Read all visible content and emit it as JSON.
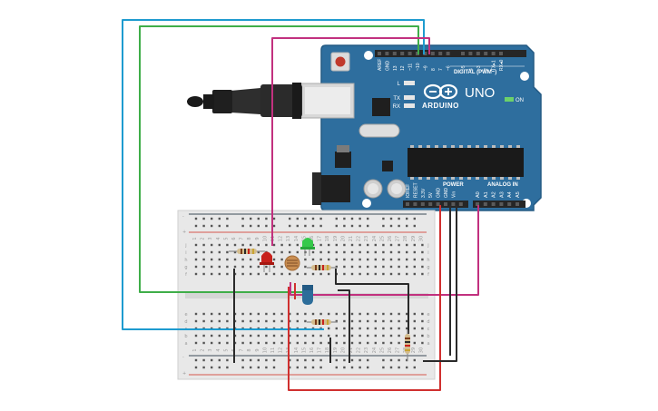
{
  "board": {
    "brand": "ARDUINO",
    "model": "UNO",
    "digital_header_label": "DIGITAL (PWM~)",
    "digital_pins": [
      "AREF",
      "GND",
      "13",
      "12",
      "~11",
      "~10",
      "~9",
      "8",
      "7",
      "~6",
      "~5",
      "4",
      "~3",
      "2",
      "TX▸1",
      "RX◂0"
    ],
    "power_label": "POWER",
    "analog_label": "ANALOG IN",
    "power_pins": [
      "IOREF",
      "RESET",
      "3.3V",
      "5V",
      "GND",
      "GND",
      "Vin"
    ],
    "analog_pins": [
      "A0",
      "A1",
      "A2",
      "A3",
      "A4",
      "A5"
    ],
    "indicator_labels": {
      "l": "L",
      "tx": "TX",
      "rx": "RX",
      "on": "ON"
    },
    "colors": {
      "board": "#2e6e9e",
      "board_dark": "#235a84",
      "header": "#262626",
      "silk": "#ffffff"
    }
  },
  "breadboard": {
    "column_numbers": [
      "1",
      "2",
      "3",
      "4",
      "5",
      "6",
      "7",
      "8",
      "9",
      "10",
      "11",
      "12",
      "13",
      "14",
      "15",
      "16",
      "17",
      "18",
      "19",
      "20",
      "21",
      "22",
      "23",
      "24",
      "25",
      "26",
      "27",
      "28",
      "29",
      "30"
    ],
    "upper_rows": [
      "j",
      "i",
      "h",
      "g",
      "f"
    ],
    "lower_rows": [
      "e",
      "d",
      "c",
      "b",
      "a"
    ],
    "rail_plus": "+",
    "rail_minus": "-",
    "colors": {
      "body": "#e8e8e8",
      "hole": "#555555",
      "rail_red": "#d6584e",
      "rail_blue": "#3d4d57"
    }
  },
  "wires": {
    "colors": {
      "blue": "#1e9bcf",
      "green": "#3fae49",
      "magenta": "#c2317f",
      "red": "#d0302f",
      "black": "#2a2a2a"
    }
  },
  "components": {
    "led_red": "#c8211c",
    "led_green": "#35c94a",
    "potentiometer": "#2c6d9a",
    "photoresistor": "#c98e52",
    "resistor_body": "#d3bc8d"
  }
}
